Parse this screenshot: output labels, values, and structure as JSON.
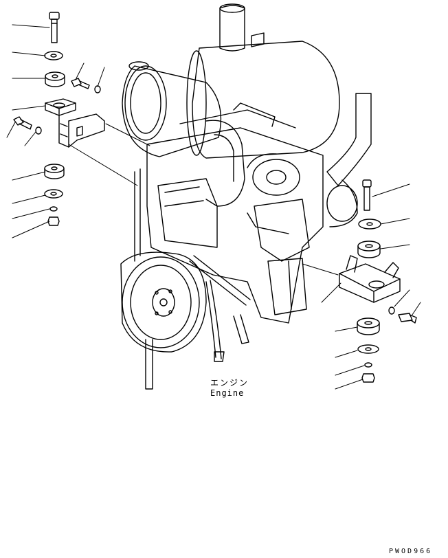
{
  "engine_label_jp": "エンジン",
  "engine_label_en": "Engine",
  "drawing_code": "PWOD966",
  "colors": {
    "line": "#000000",
    "background": "#ffffff"
  }
}
